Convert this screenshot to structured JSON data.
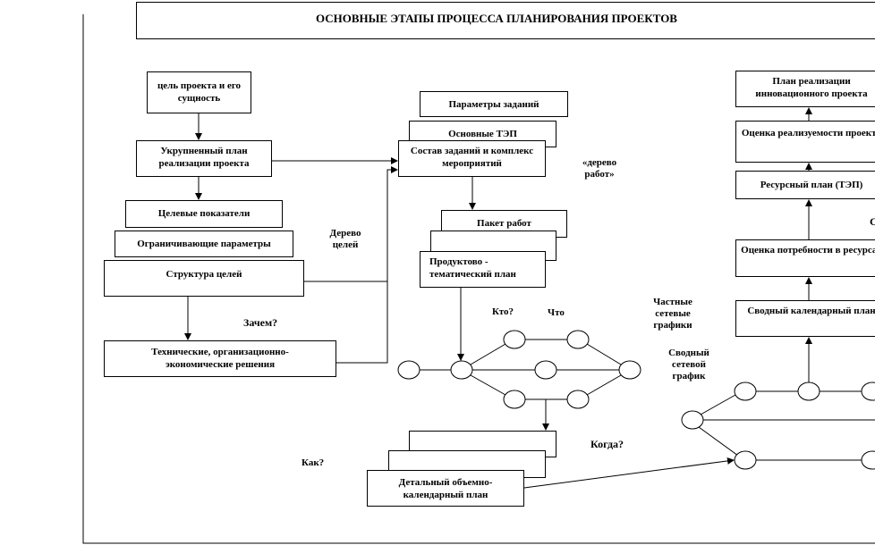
{
  "title": "ОСНОВНЫЕ ЭТАПЫ ПРОЦЕССА ПЛАНИРОВАНИЯ  ПРОЕКТОВ",
  "left": {
    "goal": "цель проекта и его сущность",
    "enlarged_plan": "Укрупненный план реализации проекта",
    "target_indicators": "Целевые показатели",
    "limiting_params": "Ограничивающие параметры",
    "goal_structure": "Структура целей",
    "decisions": "Технические,  организационно-экономические решения",
    "goal_tree": "Дерево целей",
    "why": "Зачем?"
  },
  "middle": {
    "task_params": "Параметры заданий",
    "basic_tep": "Основные ТЭП",
    "task_composition": "Состав заданий и комплекс мероприятий",
    "work_tree": "«дерево работ»",
    "work_package": "Пакет работ",
    "product_plan": "Продуктово - тематический план",
    "who": "Кто?",
    "what": "Что",
    "how": "Как?",
    "when": "Когда?",
    "detailed_plan": "Детальный объемно-календарный план"
  },
  "right": {
    "partial_networks": "Частные сетевые графики",
    "summary_network": "Сводный сетевой график",
    "realization_plan": "План реализации инновационного проекта",
    "feasibility": "Оценка реализуемости проекта",
    "resource_plan": "Ресурсный план (ТЭП)",
    "resource_need": "Оценка потребности в ресурсах",
    "summary_calendar": "Сводный календарный план",
    "cut_letter": "С"
  }
}
